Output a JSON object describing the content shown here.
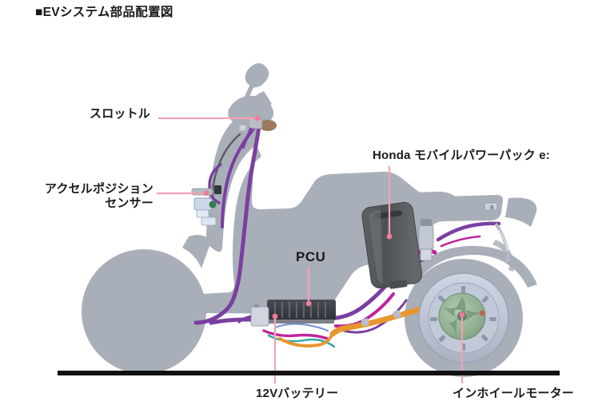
{
  "title": "■EVシステム部品配置図",
  "diagram": {
    "subject": "電動スクーター 側面図",
    "ground_line_color": "#111111",
    "silhouette_color": "#a9afb9",
    "leader_color": "#f2a2b6",
    "harness_color": "#7b3fa0",
    "harness_accent_color": "#c0249e",
    "motor_cable_color": "#e8962e",
    "battery_pack_color": "#55595b",
    "pcu_color": "#3a3d42",
    "motor_hub_color": "#94b394"
  },
  "callouts": [
    {
      "id": "throttle",
      "label": "スロットル",
      "target": "handlebar throttle grip"
    },
    {
      "id": "accel-position-sensor",
      "label_line1": "アクセルポジション",
      "label_line2": "センサー",
      "target": "accelerator position sensor"
    },
    {
      "id": "mobile-power-pack",
      "label": "Honda モバイルパワーパック e:",
      "target": "swappable battery pack"
    },
    {
      "id": "pcu",
      "label": "PCU",
      "target": "power control unit"
    },
    {
      "id": "battery-12v",
      "label": "12Vバッテリー",
      "target": "12 volt auxiliary battery"
    },
    {
      "id": "in-wheel-motor",
      "label": "インホイールモーター",
      "target": "rear in-wheel motor"
    }
  ]
}
